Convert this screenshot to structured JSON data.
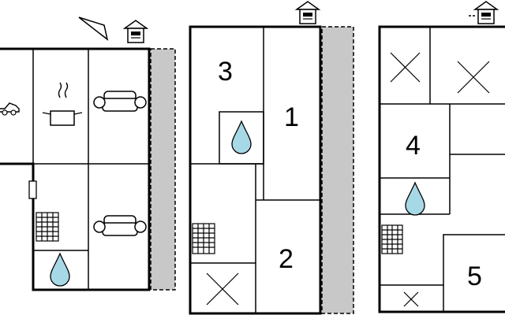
{
  "rooms": {
    "room_1": "1",
    "room_2": "2",
    "room_3": "3",
    "room_4": "4",
    "room_5": "5"
  },
  "colors": {
    "terrace": "#c8c8c8",
    "water": "#a7d8e6",
    "wall": "#000000"
  },
  "icons": [
    "car-icon",
    "cooking-pot-icon",
    "sofa-icon",
    "water-drop-icon",
    "radiator-icon",
    "entrance-icon",
    "north-arrow-icon"
  ]
}
